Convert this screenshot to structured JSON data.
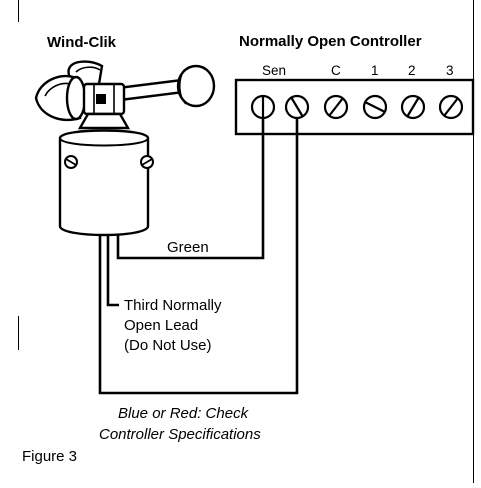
{
  "diagram": {
    "device_title": "Wind-Clik",
    "controller_title": "Normally Open Controller",
    "terminals": [
      "Sen",
      "C",
      "1",
      "2",
      "3"
    ],
    "wire_green_label": "Green",
    "third_lead_label": [
      "Third Normally",
      "Open Lead",
      "(Do Not Use)"
    ],
    "blue_red_label": [
      "Blue or Red: Check",
      "Controller Specifications"
    ],
    "figure_label": "Figure 3"
  }
}
